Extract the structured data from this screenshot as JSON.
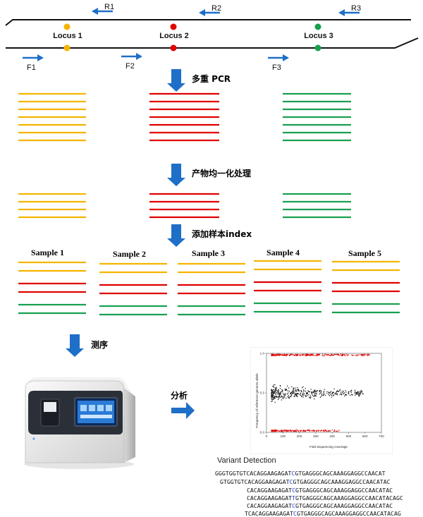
{
  "primers_top": [
    "R1",
    "R2",
    "R3"
  ],
  "primers_bottom": [
    "F1",
    "F2",
    "F3"
  ],
  "loci": [
    {
      "label": "Locus 1",
      "color": "#f5b400"
    },
    {
      "label": "Locus 2",
      "color": "#e00000"
    },
    {
      "label": "Locus 3",
      "color": "#18a050"
    }
  ],
  "steps": {
    "pcr": "多重 PCR",
    "normalize": "产物均一化处理",
    "index": "添加样本index",
    "sequencing": "测序",
    "analysis": "分析"
  },
  "samples": [
    "Sample 1",
    "Sample 2",
    "Sample 3",
    "Sample 4",
    "Sample 5"
  ],
  "colors": {
    "yellow": "#f5b400",
    "red": "#e00000",
    "green": "#18a050",
    "arrow_blue": "#1e6fc8"
  },
  "plot": {
    "ylabel": "Frequency of reference genome allele",
    "xlabel": "Fold sequencing coverage",
    "x_ticks": [
      "0",
      "100",
      "200",
      "300",
      "400",
      "500",
      "600",
      "700"
    ],
    "y_ticks": [
      "0.0",
      "0.5",
      "1.0"
    ]
  },
  "variant_detection": {
    "title": "Variant Detection",
    "reads": [
      {
        "pre": "GGGTGGTGTCACAGGAAGAGAT",
        "base": "C",
        "post": "GTGAGGGCAGCAAAGGAGGCCAACAT"
      },
      {
        "pre": "GTGGTGTCACAGGAAGAGAT",
        "base": "C",
        "post": "GTGAGGGCAGCAAAGGAGGCCAACATAC"
      },
      {
        "pre": "CACAGGAAGAGAT",
        "base": "C",
        "post": "GTGAGGGCAGCAAAGGAGGCCAACATAC"
      },
      {
        "pre": "CACAGGAAGAGAT",
        "base": "T",
        "post": "GTGAGGGCAGCAAAGGAGGCCAACATACAGC"
      },
      {
        "pre": "CACAGGAAGAGAT",
        "base": "C",
        "post": "GTGAGGGCAGCAAAGGAGGCCAACATAC"
      },
      {
        "pre": "TCACAGGAAGAGAT",
        "base": "C",
        "post": "GTGAGGGCAGCAAAGGAGGCCAACATACAG"
      }
    ]
  }
}
